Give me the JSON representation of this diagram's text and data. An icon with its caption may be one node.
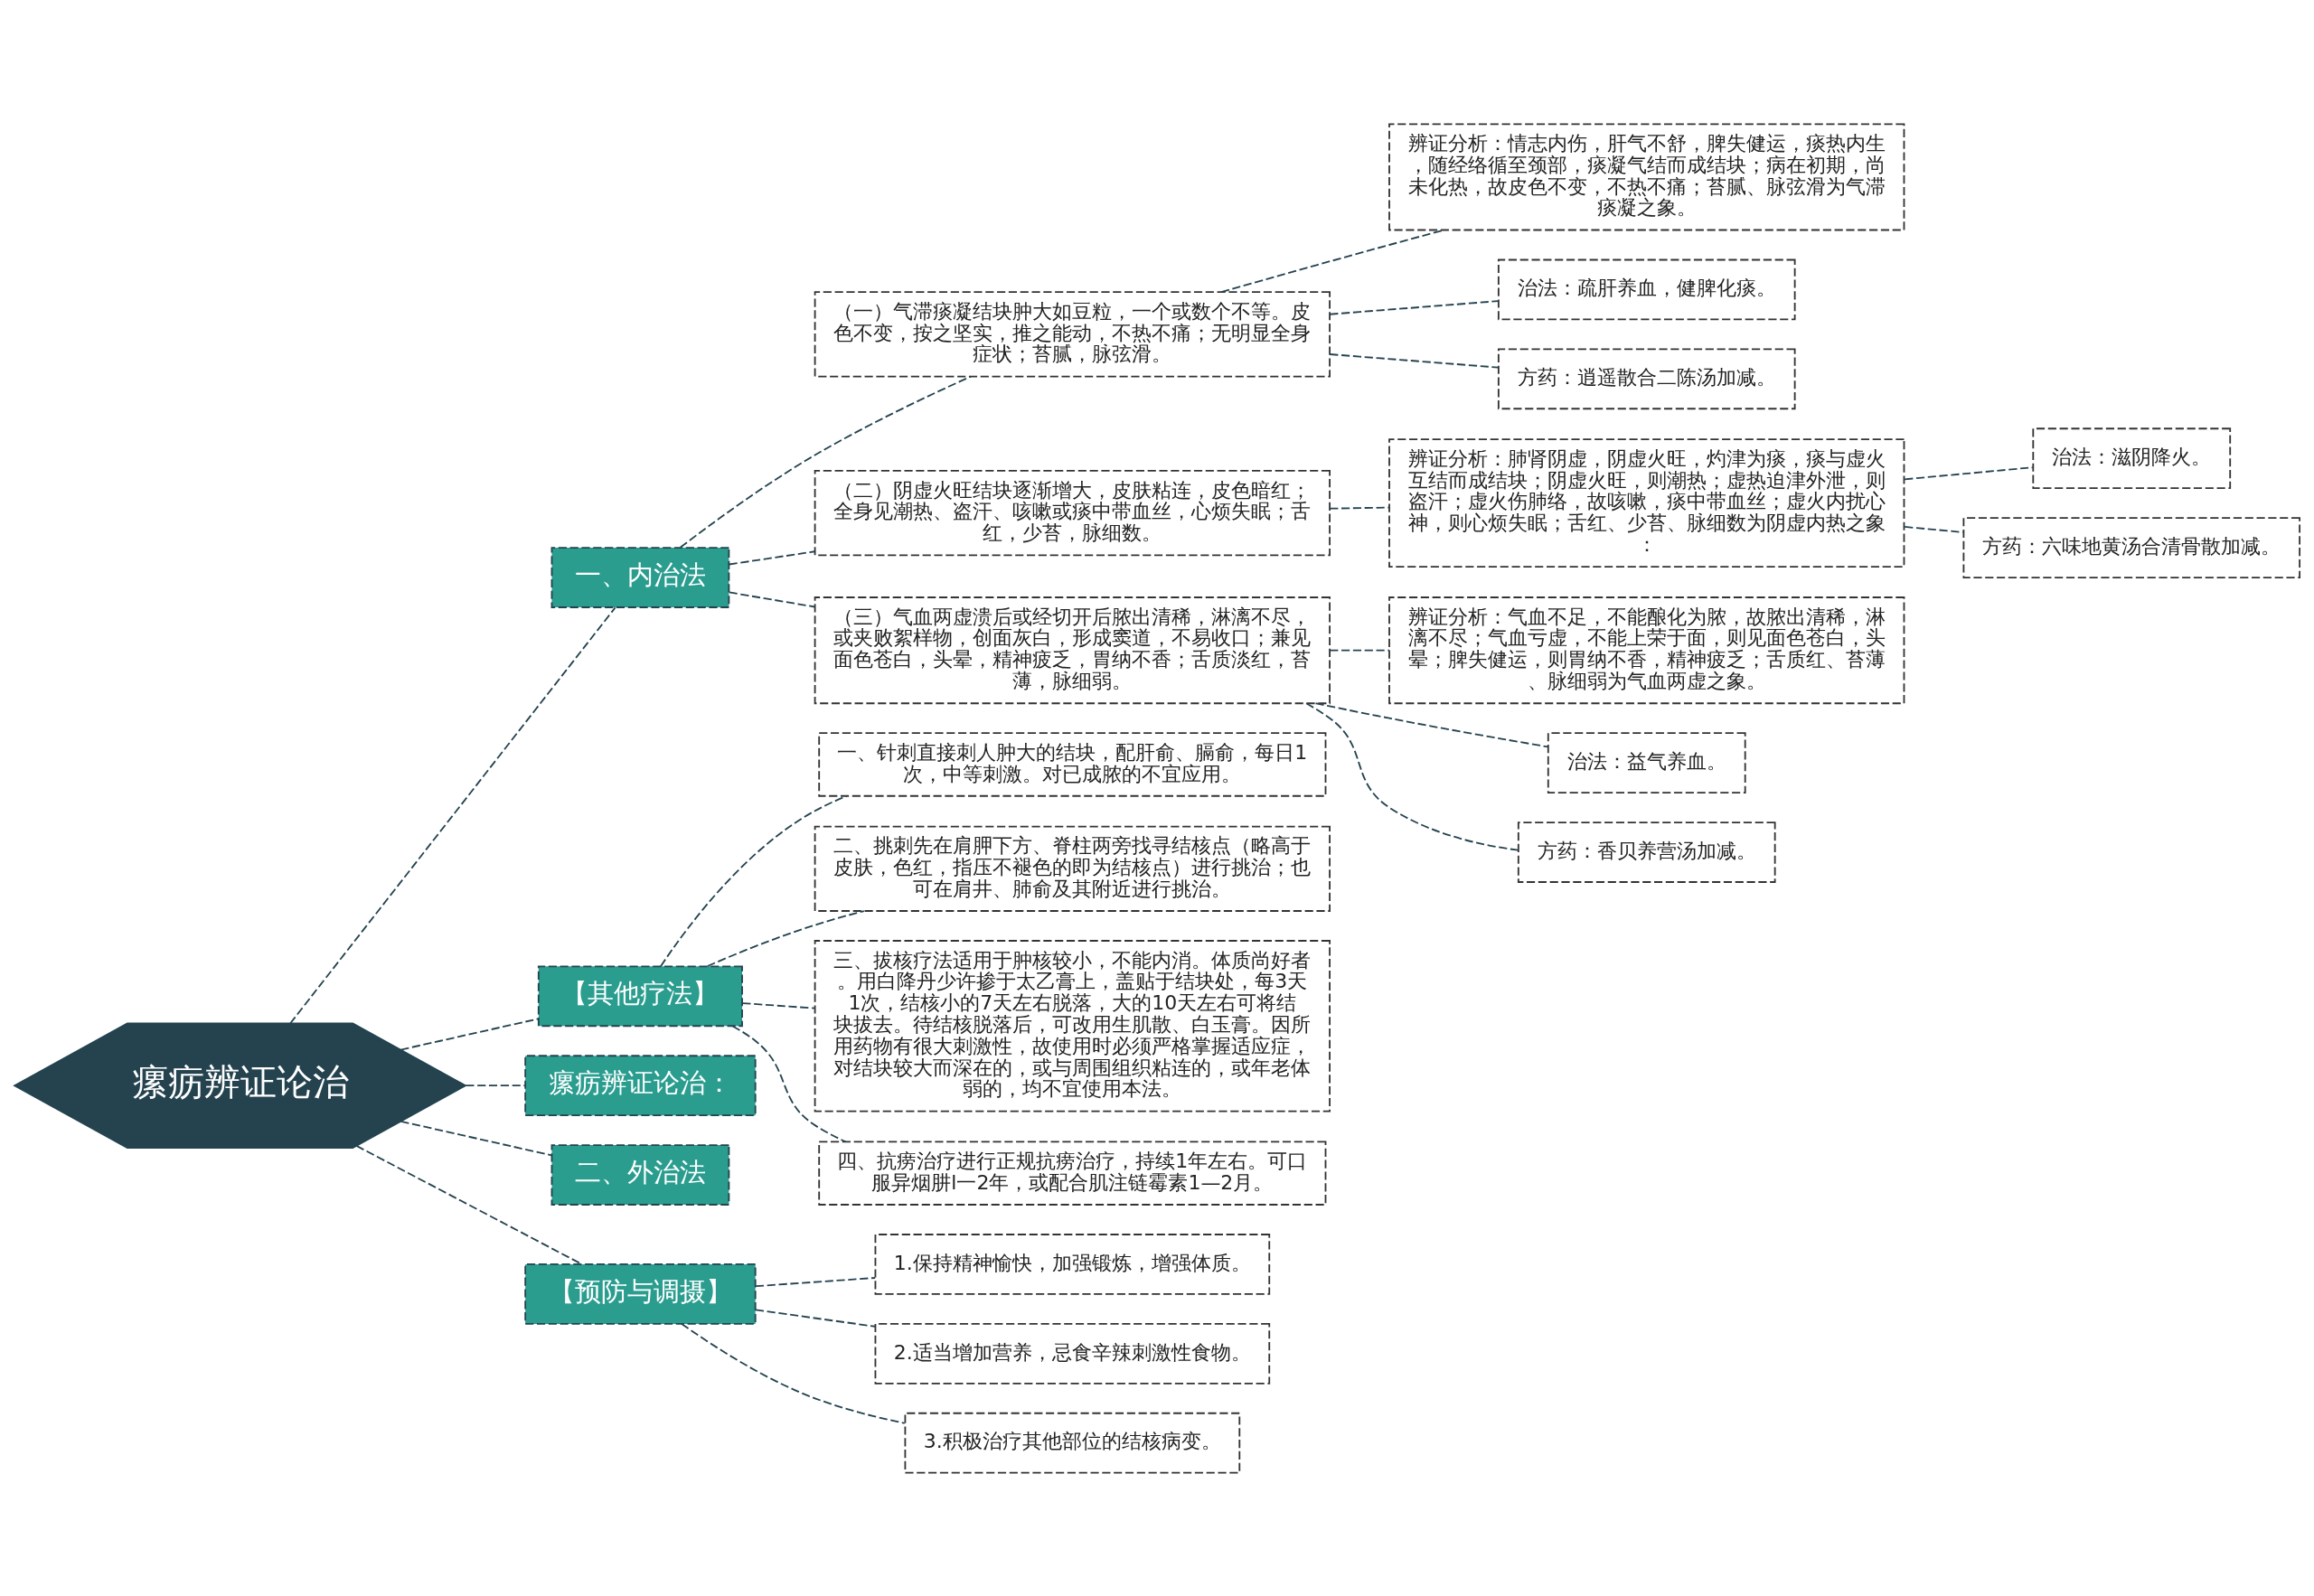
{
  "diagram": {
    "nodes": [
      {
        "text": [
          "瘰疬辨证论治"
        ]
      },
      {
        "text": [
          "一、内治法"
        ]
      },
      {
        "text": [
          "（一）气滞痰凝结块肿大如豆粒，一个或数个不等。皮色不变，按之坚实，推之能动，不热不痛；无明显全身症状；苔腻，脉弦滑。"
        ]
      },
      {
        "text": [
          "辨证分析：情志内伤，肝气不舒，脾失健运，痰热内生，随经络循至颈部，痰凝气结而成结块；病在初期，尚未化热，故皮色不变，不热不痛；苔腻、脉弦滑为气滞痰凝之象。"
        ]
      },
      {
        "text": [
          "治法：疏肝养血，健脾化痰。"
        ]
      },
      {
        "text": [
          "方药：逍遥散合二陈汤加减。"
        ]
      },
      {
        "text": [
          "（二）阴虚火旺结块逐渐增大，皮肤粘连，皮色暗红；全身见潮热、盗汗、咳嗽或痰中带血丝，心烦失眠；舌红，少苔，脉细数。"
        ]
      },
      {
        "text": [
          "辨证分析：肺肾阴虚，阴虚火旺，灼津为痰，痰与虚火互结而成结块；阴虚火旺，则潮热；虚热迫津外泄，则盗汗；虚火伤肺络，故咳嗽，痰中带血丝；虚火内扰心神，则心烦失眠；舌红、少苔、脉细数为阴虚内热之象："
        ]
      },
      {
        "text": [
          "治法：滋阴降火。"
        ]
      },
      {
        "text": [
          "方药：六味地黄汤合清骨散加减。"
        ]
      },
      {
        "text": [
          "（三）气血两虚溃后或经切开后脓出清稀，淋漓不尽，或夹败絮样物，创面灰白，形成窦道，不易收口；兼见面色苍白，头晕，精神疲乏，胃纳不香；舌质淡红，苔薄，脉细弱。"
        ]
      },
      {
        "text": [
          "辨证分析：气血不足，不能酿化为脓，故脓出清稀，淋漓不尽；气血亏虚，不能上荣于面，则见面色苍白，头晕；脾失健运，则胃纳不香，精神疲乏；舌质红、苔薄、脉细弱为气血两虚之象。"
        ]
      },
      {
        "text": [
          "治法：益气养血。"
        ]
      },
      {
        "text": [
          "方药：香贝养营汤加减。"
        ]
      },
      {
        "text": [
          "【其他疗法】"
        ]
      },
      {
        "text": [
          "一、针刺直接刺人肿大的结块，配肝俞、膈俞，每日1次，中等刺激。对已成脓的不宜应用。"
        ]
      },
      {
        "text": [
          "二、挑刺先在肩胛下方、脊柱两旁找寻结核点（略高于皮肤，色红，指压不褪色的即为结核点）进行挑治；也可在肩井、肺俞及其附近进行挑治。"
        ]
      },
      {
        "text": [
          "三、拔核疗法适用于肿核较小，不能内消。体质尚好者。用白降丹少许掺于太乙膏上，盖贴于结块处，每3天1次，结核小的7天左右脱落，大的10天左右可将结块拔去。待结核脱落后，可改用生肌散、白玉膏。因所用药物有很大刺激性，故使用时必须严格掌握适应症，对结块较大而深在的，或与周围组织粘连的，或年老体弱的，均不宜使用本法。"
        ]
      },
      {
        "text": [
          "四、抗痨治疗进行正规抗痨治疗，持续1年左右。可口服异烟肼l一2年，或配合肌注链霉素1—2月。"
        ]
      },
      {
        "text": [
          "瘰疬辨证论治："
        ]
      },
      {
        "text": [
          "二、外治法"
        ]
      },
      {
        "text": [
          "【预防与调摄】"
        ]
      },
      {
        "text": [
          "1.保持精神愉快，加强锻炼，增强体质。"
        ]
      },
      {
        "text": [
          "2.适当增加营养，忌食辛辣刺激性食物。"
        ]
      },
      {
        "text": [
          "3.积极治疗其他部位的结核病变。"
        ]
      }
    ],
    "edges": [
      {
        "from": 0,
        "to": 1,
        "arrow": "none",
        "style": "dashed"
      },
      {
        "from": 1,
        "to": 2,
        "arrow": "none",
        "style": "dashed"
      },
      {
        "from": 2,
        "to": 3,
        "arrow": "none",
        "style": "dashed"
      },
      {
        "from": 2,
        "to": 4,
        "arrow": "none",
        "style": "dashed"
      },
      {
        "from": 2,
        "to": 5,
        "arrow": "none",
        "style": "dashed"
      },
      {
        "from": 1,
        "to": 6,
        "arrow": "none",
        "style": "dashed"
      },
      {
        "from": 6,
        "to": 7,
        "arrow": "none",
        "style": "dashed"
      },
      {
        "from": 7,
        "to": 8,
        "arrow": "none",
        "style": "dashed"
      },
      {
        "from": 7,
        "to": 9,
        "arrow": "none",
        "style": "dashed"
      },
      {
        "from": 1,
        "to": 10,
        "arrow": "none",
        "style": "dashed"
      },
      {
        "from": 10,
        "to": 11,
        "arrow": "none",
        "style": "dashed"
      },
      {
        "from": 10,
        "to": 12,
        "arrow": "none",
        "style": "dashed"
      },
      {
        "from": 10,
        "to": 13,
        "arrow": "none",
        "style": "dashed"
      },
      {
        "from": 0,
        "to": 14,
        "arrow": "none",
        "style": "dashed"
      },
      {
        "from": 14,
        "to": 15,
        "arrow": "none",
        "style": "dashed"
      },
      {
        "from": 14,
        "to": 16,
        "arrow": "none",
        "style": "dashed"
      },
      {
        "from": 14,
        "to": 17,
        "arrow": "none",
        "style": "dashed"
      },
      {
        "from": 14,
        "to": 18,
        "arrow": "none",
        "style": "dashed"
      },
      {
        "from": 0,
        "to": 19,
        "arrow": "none",
        "style": "dashed"
      },
      {
        "from": 0,
        "to": 20,
        "arrow": "none",
        "style": "dashed"
      },
      {
        "from": 0,
        "to": 21,
        "arrow": "none",
        "style": "dashed"
      },
      {
        "from": 21,
        "to": 22,
        "arrow": "none",
        "style": "dashed"
      },
      {
        "from": 21,
        "to": 23,
        "arrow": "none",
        "style": "dashed"
      },
      {
        "from": 21,
        "to": 24,
        "arrow": "none",
        "style": "dashed"
      }
    ]
  }
}
